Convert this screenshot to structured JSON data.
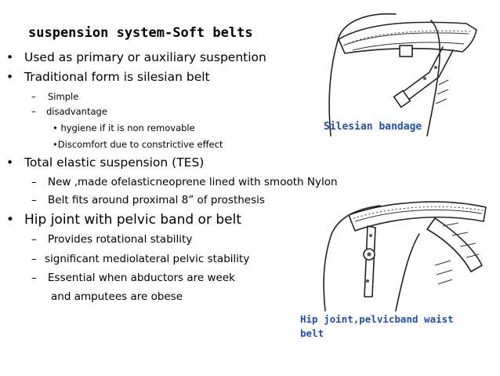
{
  "slide": {
    "title": "suspension system-Soft belts",
    "bullets": [
      {
        "mark": "•",
        "text": "Used as primary or auxiliary suspention"
      },
      {
        "mark": "•",
        "text": "Traditional form is  silesian belt"
      },
      {
        "mark": "–",
        "text": "Simple"
      },
      {
        "mark": "–",
        "text": " disadvantage"
      },
      {
        "mark": "",
        "text": "• hygiene if it is non removable"
      },
      {
        "mark": "",
        "text": "•Discomfort due to constrictive effect"
      },
      {
        "mark": "•",
        "text": "Total elastic suspension (TES)"
      },
      {
        "mark": "–",
        "text": "New ,made ofelasticneoprene lined with smooth Nylon"
      },
      {
        "mark": "–",
        "text": "Belt fits around proximal 8” of prosthesis"
      },
      {
        "mark": "•",
        "text": "Hip joint with pelvic band or belt"
      },
      {
        "mark": "–",
        "text": "Provides rotational stability"
      },
      {
        "mark": "–",
        "text": "  significant mediolateral pelvic stability"
      },
      {
        "mark": "–",
        "text": "Essential when abductors are week"
      },
      {
        "mark": "",
        "text": "and amputees are obese"
      }
    ],
    "captions": {
      "silesian": "Silesian bandage",
      "hip_line1": "Hip joint,pelvicband waist",
      "hip_line2": "belt"
    },
    "colors": {
      "caption": "#1f4fb5",
      "text": "#000000"
    }
  }
}
